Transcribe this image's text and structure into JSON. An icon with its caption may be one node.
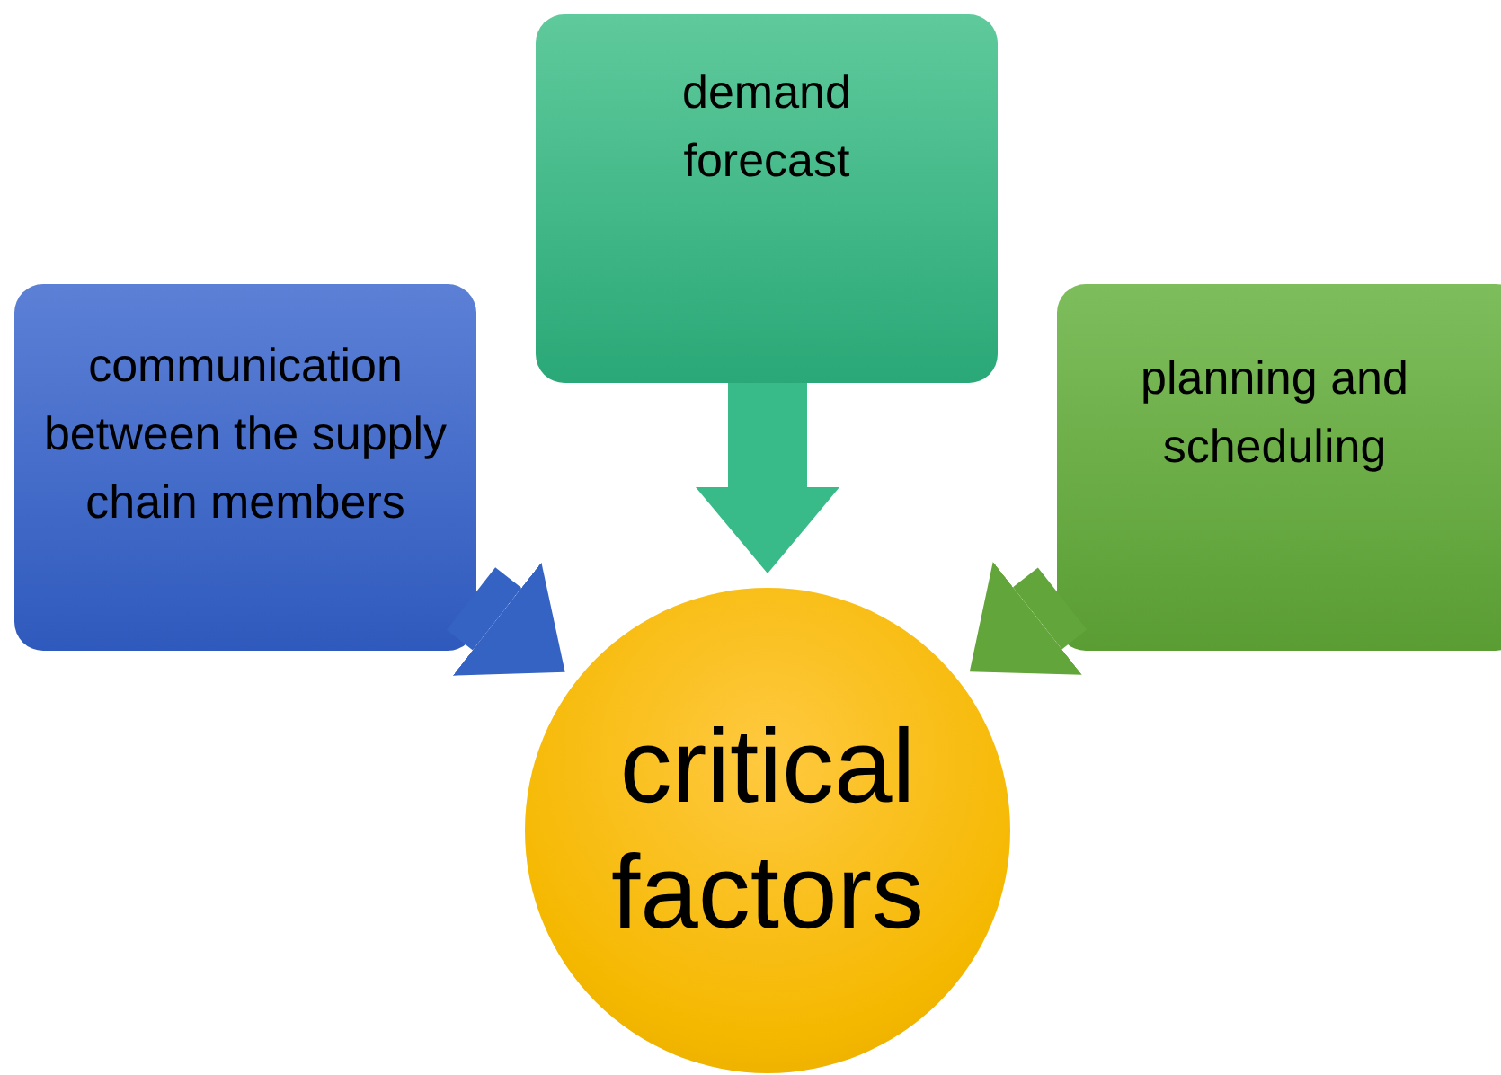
{
  "diagram": {
    "nodes": [
      {
        "text": [
          "communication between the supply chain members"
        ]
      },
      {
        "text": [
          "demand forecast"
        ]
      },
      {
        "text": [
          "planning and scheduling"
        ]
      },
      {
        "text": [
          "critical factors"
        ]
      }
    ],
    "edges": [
      {
        "from": 0,
        "to": 3,
        "arrow": "to",
        "color": "#3563c4"
      },
      {
        "from": 1,
        "to": 3,
        "arrow": "to",
        "color": "#38bb88"
      },
      {
        "from": 2,
        "to": 3,
        "arrow": "to",
        "color": "#62a53a"
      }
    ]
  }
}
